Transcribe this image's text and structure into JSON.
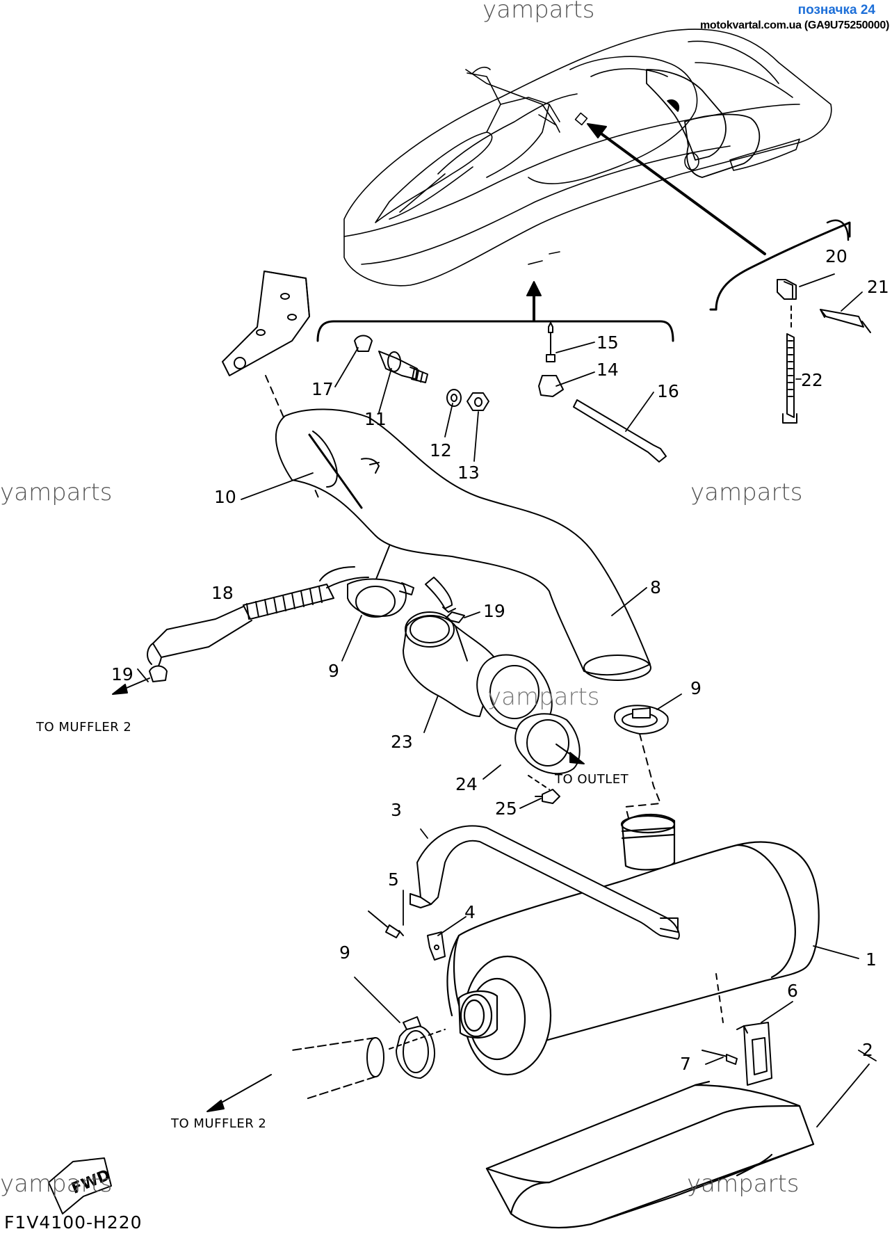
{
  "header": {
    "tag_label": "позначка 24",
    "source": "motokvartal.com.ua (GA9U75250000)"
  },
  "watermark": "yamparts",
  "drawing_code": "F1V4100-H220",
  "fwd_label": "FWD",
  "notes": {
    "to_muffler_2": "TO MUFFLER 2",
    "to_outlet": "TO OUTLET"
  },
  "callouts": [
    "1",
    "2",
    "3",
    "4",
    "5",
    "6",
    "7",
    "8",
    "9",
    "10",
    "11",
    "12",
    "13",
    "14",
    "15",
    "16",
    "17",
    "18",
    "19",
    "20",
    "21",
    "22",
    "23",
    "24",
    "25"
  ]
}
